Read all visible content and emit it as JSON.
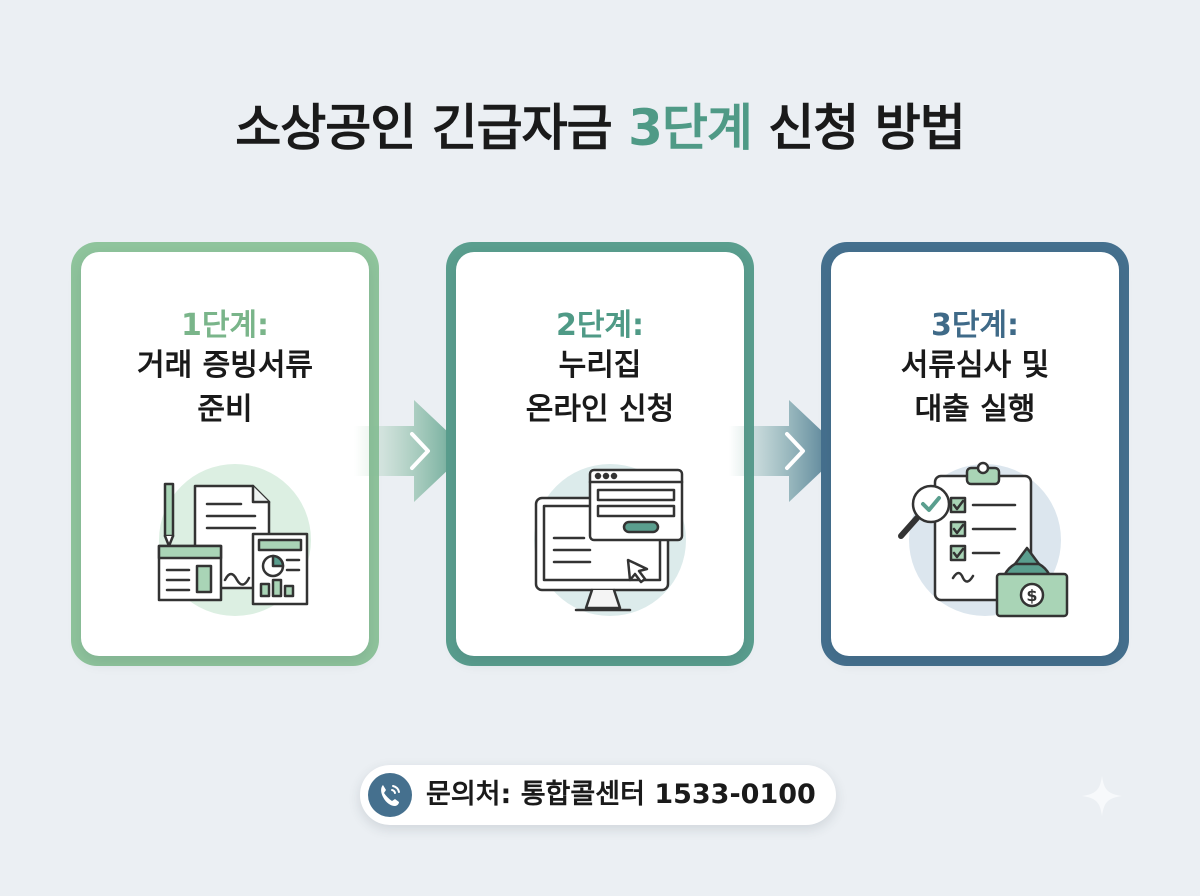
{
  "title": {
    "prefix": "소상공인 긴급자금 ",
    "accent": "3단계",
    "suffix": " 신청 방법"
  },
  "steps": [
    {
      "label": "1단계:",
      "lines": [
        "거래 증빙서류",
        "준비"
      ],
      "icon": "documents-icon"
    },
    {
      "label": "2단계:",
      "lines": [
        "누리집",
        "온라인 신청"
      ],
      "icon": "computer-online-form-icon"
    },
    {
      "label": "3단계:",
      "lines": [
        "서류심사 및",
        "대출 실행"
      ],
      "icon": "checklist-money-icon"
    }
  ],
  "contact": {
    "text": "문의처: 통합콜센터 1533-0100",
    "icon": "phone-icon"
  },
  "colors": {
    "step1": "#8fc49c",
    "step2": "#5a9e8e",
    "step3": "#45708e",
    "accent": "#4f9a86"
  }
}
